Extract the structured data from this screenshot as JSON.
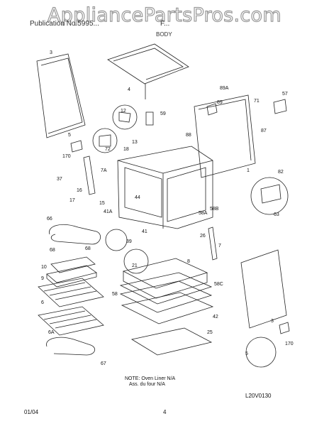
{
  "watermark": "AppliancePartsPros.com",
  "header": {
    "left_text": "Publication No 5995...",
    "model": "F...",
    "section_title": "BODY"
  },
  "callouts": [
    "3",
    "4",
    "89A",
    "57",
    "71",
    "12",
    "59",
    "89",
    "87",
    "5",
    "88",
    "72",
    "170",
    "13",
    "18",
    "7A",
    "1",
    "82",
    "37",
    "44",
    "16",
    "15",
    "17",
    "41A",
    "58A",
    "58B",
    "63",
    "66",
    "26",
    "7",
    "68",
    "68",
    "39",
    "41",
    "21",
    "10",
    "9",
    "8",
    "58C",
    "58",
    "6",
    "42",
    "25",
    "3",
    "170",
    "6A",
    "5",
    "67"
  ],
  "note": {
    "line1": "NOTE: Oven Liner N/A",
    "line2": "Ass. du four N/A"
  },
  "drawing_code": "L20V0130",
  "footer": {
    "date": "01/04",
    "page_number": "4"
  }
}
